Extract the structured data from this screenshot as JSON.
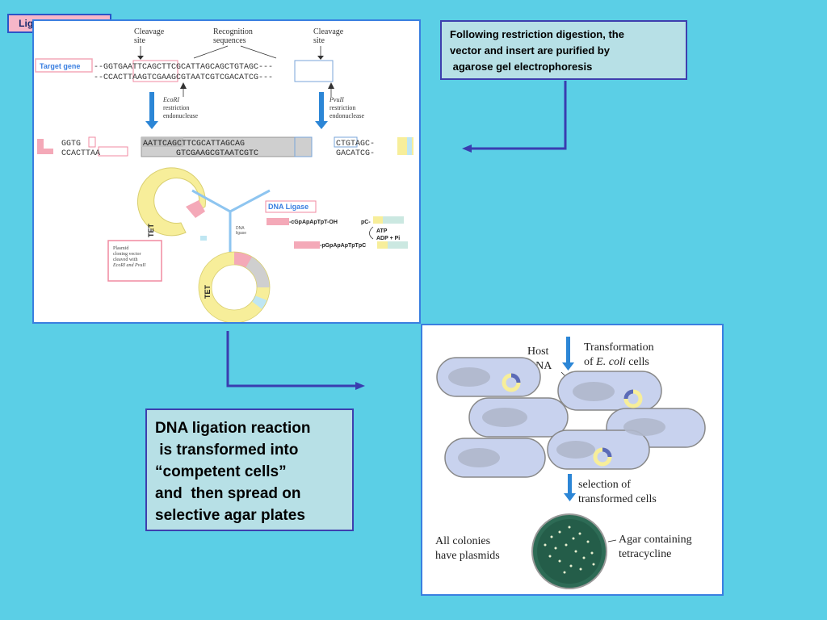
{
  "badge": {
    "title": "Ligation Reaction"
  },
  "top_note": {
    "line1": "Following restriction digestion, the",
    "line2": "vector and insert are  purified by",
    "line3": " agarose gel electrophoresis"
  },
  "left_note": {
    "line1": "DNA ligation reaction",
    "line2": " is transformed into",
    "line3": "“competent cells”",
    "line4": "and  then spread on",
    "line5": "selective agar plates"
  },
  "ligation_panel": {
    "cleavage_site_left": [
      "Cleavage",
      "site"
    ],
    "recognition": [
      "Recognition",
      "sequences"
    ],
    "cleavage_site_right": [
      "Cleavage",
      "site"
    ],
    "target_gene": "Target gene",
    "seq_top": "--GGTGAATTCAGCTTCGCATTAGCAGCTGTAGC---",
    "seq_bottom": "--CCACTTAAGTCGAAGCGTAATCGTCGACATCG---",
    "ecori": [
      "EcoRI",
      "restriction",
      "endonuclease"
    ],
    "pvuii": [
      "PvuII",
      "restriction",
      "endonuclease"
    ],
    "frag_left_top": "GGTG",
    "frag_left_bottom": "CCACTTAA",
    "frag_mid_top": "AATTCAGCTTCGCATTAGCAG",
    "frag_mid_bottom": "GTCGAAGCGTAATCGTC",
    "frag_right_top": "CTGTAGC-",
    "frag_right_bottom": "GACATCG-",
    "tet": "TET",
    "dna_ligase": "DNA Ligase",
    "dna_ligase_small": [
      "DNA",
      "ligase"
    ],
    "plasmid_box": [
      "Plasmid",
      "cloning vector",
      "cleaved with",
      "EcoRI and PvuII"
    ],
    "lig_seq1": "-cGpApApTpT-OH",
    "lig_seq2": "pC-",
    "atp": "ATP",
    "adp": "ADP + Pi",
    "lig_seq3": "-pGpApApTpTpC"
  },
  "transformation_panel": {
    "host_dna": [
      "Host",
      "DNA"
    ],
    "transformation": [
      "Transformation",
      "of ",
      "E. coli",
      " cells"
    ],
    "selection": [
      "selection of",
      "transformed cells"
    ],
    "all_colonies": [
      "All colonies",
      "have plasmids"
    ],
    "agar": [
      "Agar containing",
      "tetracycline"
    ]
  },
  "colors": {
    "background": "#5bcfe6",
    "panel_border": "#3a7fe0",
    "note_fill": "#b7e0e6",
    "arrow": "#3a3db0",
    "plasmid_yellow": "#f7ee9a",
    "pink": "#f4a9b8",
    "cell_fill": "#c8d2ee"
  }
}
